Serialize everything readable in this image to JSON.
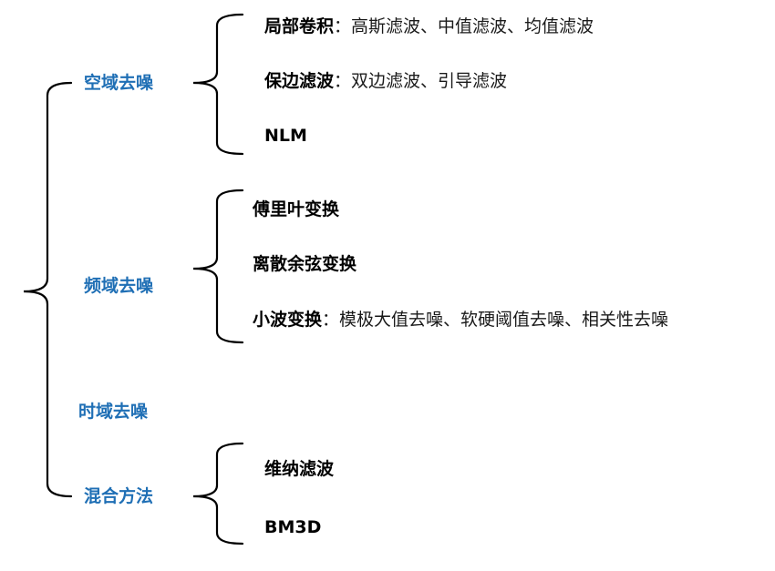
{
  "theme": {
    "category_color": "#1f6fb5",
    "brace_color": "#000000",
    "text_color": "#1a1a1a"
  },
  "tree": {
    "categories": [
      {
        "label": "空域去噪",
        "items": [
          {
            "bold": "局部卷积",
            "sep": "：",
            "detail": "高斯滤波、中值滤波、均值滤波"
          },
          {
            "bold": "保边滤波",
            "sep": "：",
            "detail": "双边滤波、引导滤波"
          },
          {
            "bold": "NLM",
            "sep": "",
            "detail": ""
          }
        ]
      },
      {
        "label": "频域去噪",
        "items": [
          {
            "bold": "傅里叶变换",
            "sep": "",
            "detail": ""
          },
          {
            "bold": "离散余弦变换",
            "sep": "",
            "detail": ""
          },
          {
            "bold": "小波变换",
            "sep": "：",
            "detail": "模极大值去噪、软硬阈值去噪、相关性去噪"
          }
        ]
      },
      {
        "label": "时域去噪",
        "items": []
      },
      {
        "label": "混合方法",
        "items": [
          {
            "bold": "维纳滤波",
            "sep": "",
            "detail": ""
          },
          {
            "bold": "BM3D",
            "sep": "",
            "detail": ""
          }
        ]
      }
    ]
  }
}
